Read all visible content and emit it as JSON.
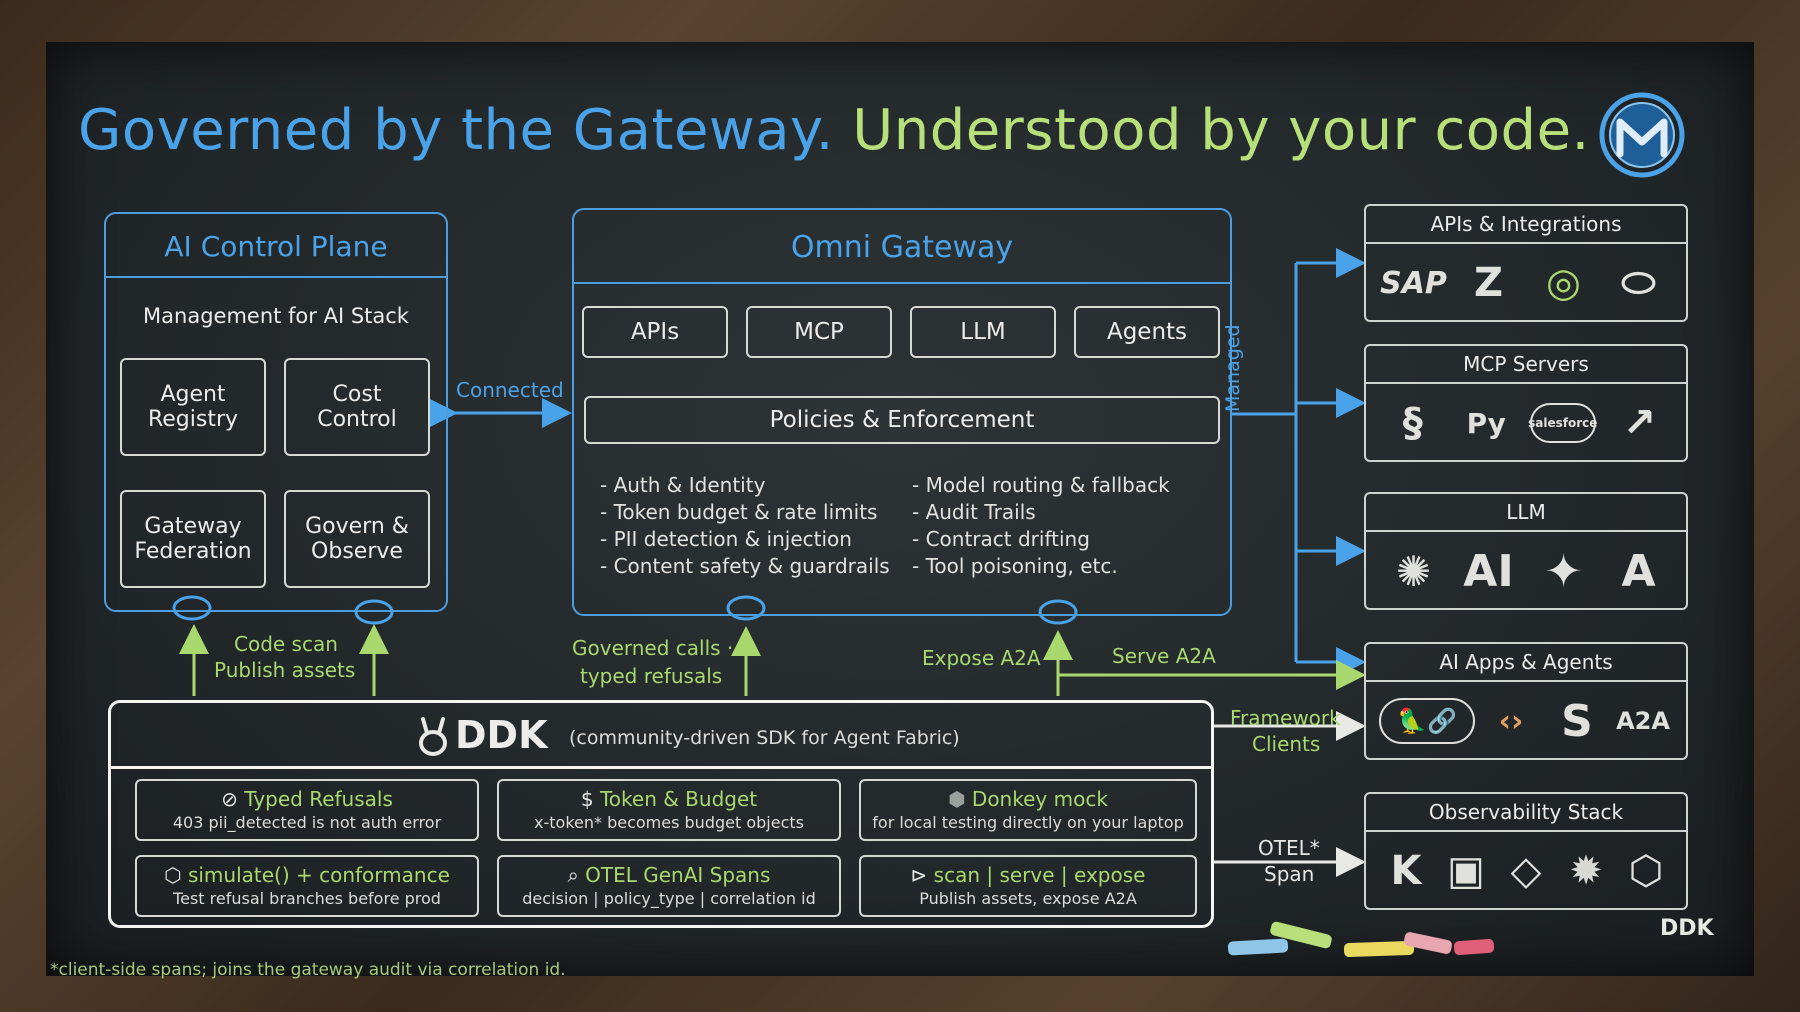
{
  "title": {
    "part1": "Governed by the Gateway.",
    "part2": "Understood by your code."
  },
  "control_plane": {
    "title": "AI Control Plane",
    "subtitle": "Management for AI Stack",
    "cells": [
      "Agent\nRegistry",
      "Cost\nControl",
      "Gateway\nFederation",
      "Govern &\nObserve"
    ]
  },
  "connected_label": "Connected",
  "gateway": {
    "title": "Omni Gateway",
    "tabs": [
      "APIs",
      "MCP",
      "LLM",
      "Agents"
    ],
    "policies_title": "Policies & Enforcement",
    "policies_left": [
      "- Auth & Identity",
      "- Token budget & rate limits",
      "- PII detection & injection",
      "- Content safety & guardrails"
    ],
    "policies_right": [
      "- Model routing & fallback",
      "- Audit Trails",
      "- Contract drifting",
      "- Tool poisoning, etc."
    ]
  },
  "managed_label": "Managed",
  "flow_labels": {
    "code_scan": "Code scan",
    "publish_assets": "Publish assets",
    "governed_calls": "Governed calls ·",
    "typed_refusals": "typed refusals",
    "expose_a2a": "Expose A2A",
    "serve_a2a": "Serve A2A",
    "framework": "Framework",
    "clients": "Clients",
    "otel": "OTEL*",
    "span": "Span"
  },
  "ddk": {
    "logo": "DDK",
    "subtitle": "(community-driven SDK for Agent Fabric)",
    "features": [
      {
        "icon": "⊘",
        "title": "Typed Refusals",
        "desc": "403 pii_detected is not auth error"
      },
      {
        "icon": "$",
        "title": "Token & Budget",
        "desc": "x-token* becomes budget objects"
      },
      {
        "icon": "⬢",
        "title": "Donkey mock",
        "desc": "for local testing directly on your laptop"
      },
      {
        "icon": "⬡",
        "title": "simulate() + conformance",
        "desc": "Test refusal branches before prod"
      },
      {
        "icon": "⌕",
        "title": "OTEL GenAI Spans",
        "desc": "decision | policy_type | correlation id"
      },
      {
        "icon": "⊳",
        "title": "scan | serve | expose",
        "desc": "Publish assets, expose A2A"
      }
    ]
  },
  "right_panels": [
    {
      "title": "APIs & Integrations",
      "icons": [
        "SAP",
        "Z",
        "◎",
        "⬭"
      ]
    },
    {
      "title": "MCP Servers",
      "icons": [
        "§",
        "Py",
        "salesforce",
        "↗"
      ]
    },
    {
      "title": "LLM",
      "icons": [
        "✺",
        "AI",
        "✦",
        "A"
      ]
    },
    {
      "title": "AI Apps & Agents",
      "icons": [
        "🦜🔗",
        "‹›",
        "S",
        "A2A"
      ]
    },
    {
      "title": "Observability Stack",
      "icons": [
        "K",
        "▣",
        "◇",
        "✹",
        "⬡"
      ]
    }
  ],
  "corner_logo": "DDK",
  "footnote": "*client-side spans; joins the gateway audit via correlation id.",
  "colors": {
    "blue": "#4aa3e8",
    "green": "#a9d86e",
    "chalk": "#e8e8e4",
    "board": "#23282a"
  }
}
